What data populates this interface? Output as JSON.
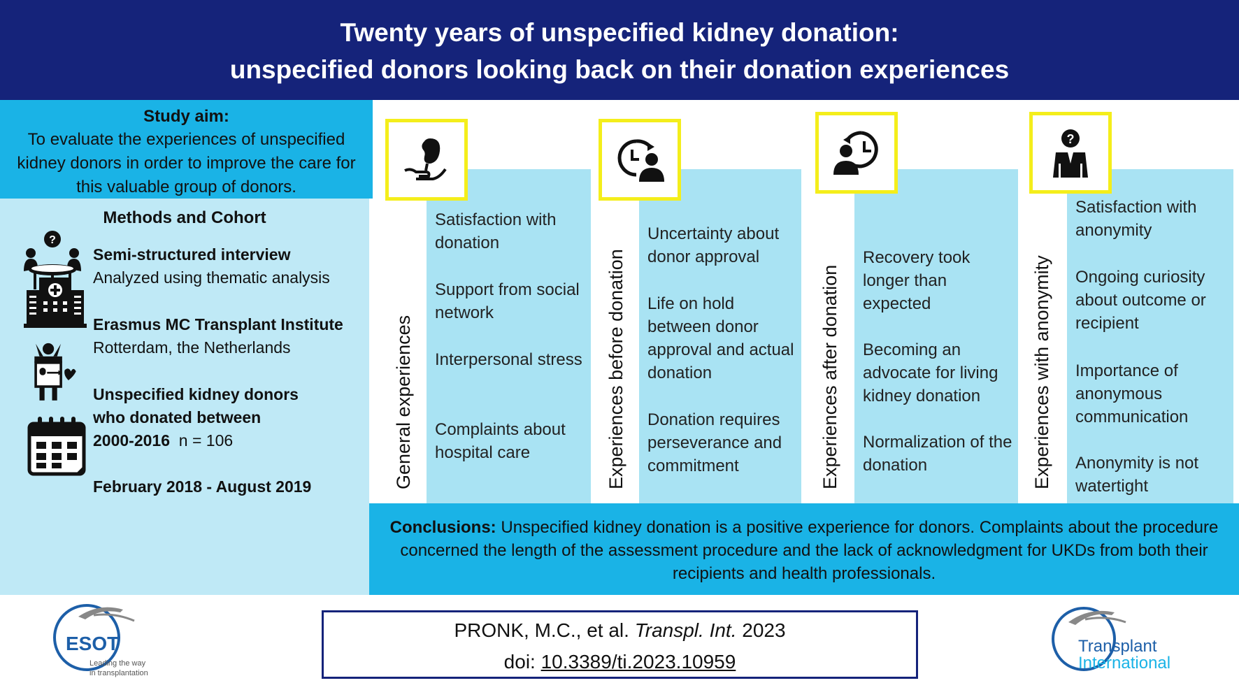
{
  "header": {
    "title_line1": "Twenty years of unspecified kidney donation:",
    "title_line2": "unspecified donors looking back on their donation experiences"
  },
  "study_aim": {
    "title": "Study aim:",
    "text": "To evaluate the experiences of unspecified kidney donors in order to improve the care for this valuable group of donors."
  },
  "methods": {
    "title": "Methods and Cohort",
    "items": [
      {
        "icon": "interview-table-icon",
        "bold": "Semi-structured interview",
        "normal": "Analyzed using thematic analysis"
      },
      {
        "icon": "hospital-building-icon",
        "bold": "Erasmus MC Transplant Institute",
        "normal": "Rotterdam, the Netherlands"
      },
      {
        "icon": "donor-person-icon",
        "bold_line1": "Unspecified kidney donors",
        "bold_line2": "who donated between",
        "bold_line3": "2000-2016",
        "count": "n = 106"
      },
      {
        "icon": "calendar-icon",
        "bold": "February 2018 - August 2019"
      }
    ]
  },
  "columns": [
    {
      "label": "General experiences",
      "icon": "kidney-hand-icon",
      "items": [
        "Satisfaction with donation",
        "Support from social network",
        "Interpersonal stress",
        "Complaints about hospital care"
      ]
    },
    {
      "label": "Experiences before donation",
      "icon": "clock-person-icon",
      "items": [
        "Uncertainty about donor approval",
        "Life on hold between donor approval and actual donation",
        "Donation requires perseverance and commitment"
      ]
    },
    {
      "label": "Experiences after donation",
      "icon": "person-clock-icon",
      "items": [
        "Recovery took longer than expected",
        "Becoming an advocate for living kidney donation",
        "Normalization of the donation"
      ]
    },
    {
      "label": "Experiences with anonymity",
      "icon": "anonymous-person-icon",
      "items": [
        "Satisfaction with anonymity",
        "Ongoing curiosity about outcome or recipient",
        "Importance of anonymous communication",
        "Anonymity is not watertight"
      ]
    }
  ],
  "conclusions": {
    "label": "Conclusions:",
    "text": "Unspecified kidney donation is a positive experience for donors. Complaints about the procedure concerned the length of the assessment procedure and the lack of acknowledgment for UKDs from both their recipients and health professionals."
  },
  "citation": {
    "authors": "PRONK, M.C., et al.",
    "journal": "Transpl. Int.",
    "year": "2023",
    "doi_label": "doi:",
    "doi": "10.3389/ti.2023.10959"
  },
  "logos": {
    "esot_name": "ESOT",
    "esot_tagline1": "Leading the way",
    "esot_tagline2": "in transplantation",
    "ti_line1": "Transplant",
    "ti_line2": "International"
  },
  "colors": {
    "header_bg": "#15237a",
    "aim_bg": "#1ab3e6",
    "methods_bg": "#bfe9f6",
    "items_bg": "#a9e3f3",
    "icon_frame": "#f4ee1b",
    "logo_blue": "#1d5fa8"
  }
}
